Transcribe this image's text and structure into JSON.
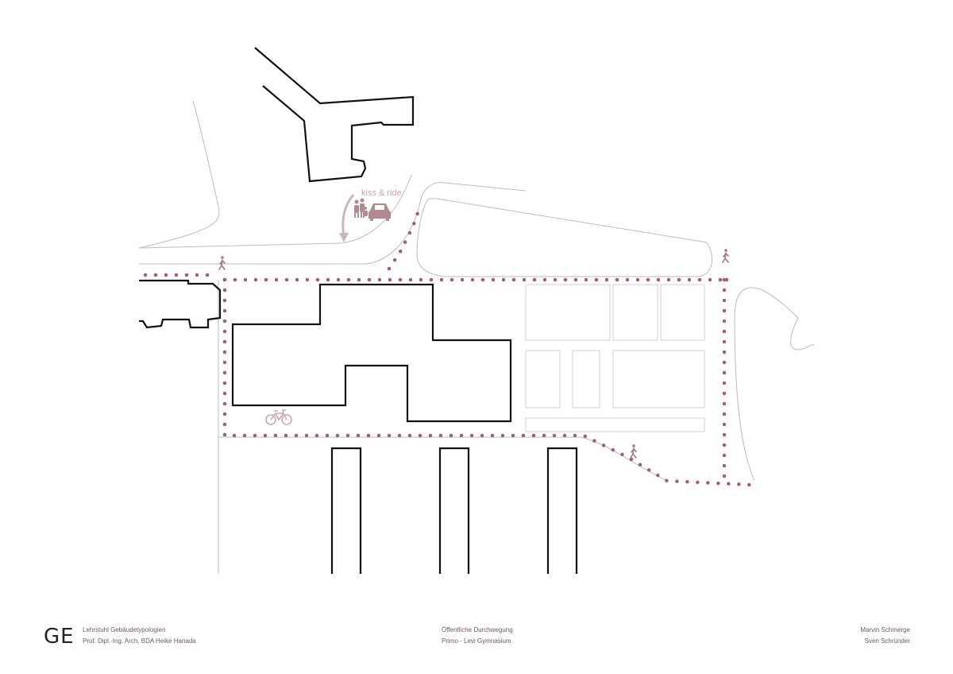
{
  "logo": "GE",
  "footer": {
    "chair": "Lehrstuhl Gebäudetypologien",
    "professor": "Prof. Dipl.-Ing. Arch. BDA Heike Hanada",
    "title": "Öffentliche Durchwegung",
    "subtitle": "Primo - Levi Gymnasium",
    "author1": "Marvin Schmerge",
    "author2": "Sven Schründer"
  },
  "map": {
    "kiss_ride_label": "kiss & ride",
    "colors": {
      "path": "#a0606e",
      "building": "#111111",
      "road": "#b8b8b8",
      "icon": "#a07880"
    }
  }
}
